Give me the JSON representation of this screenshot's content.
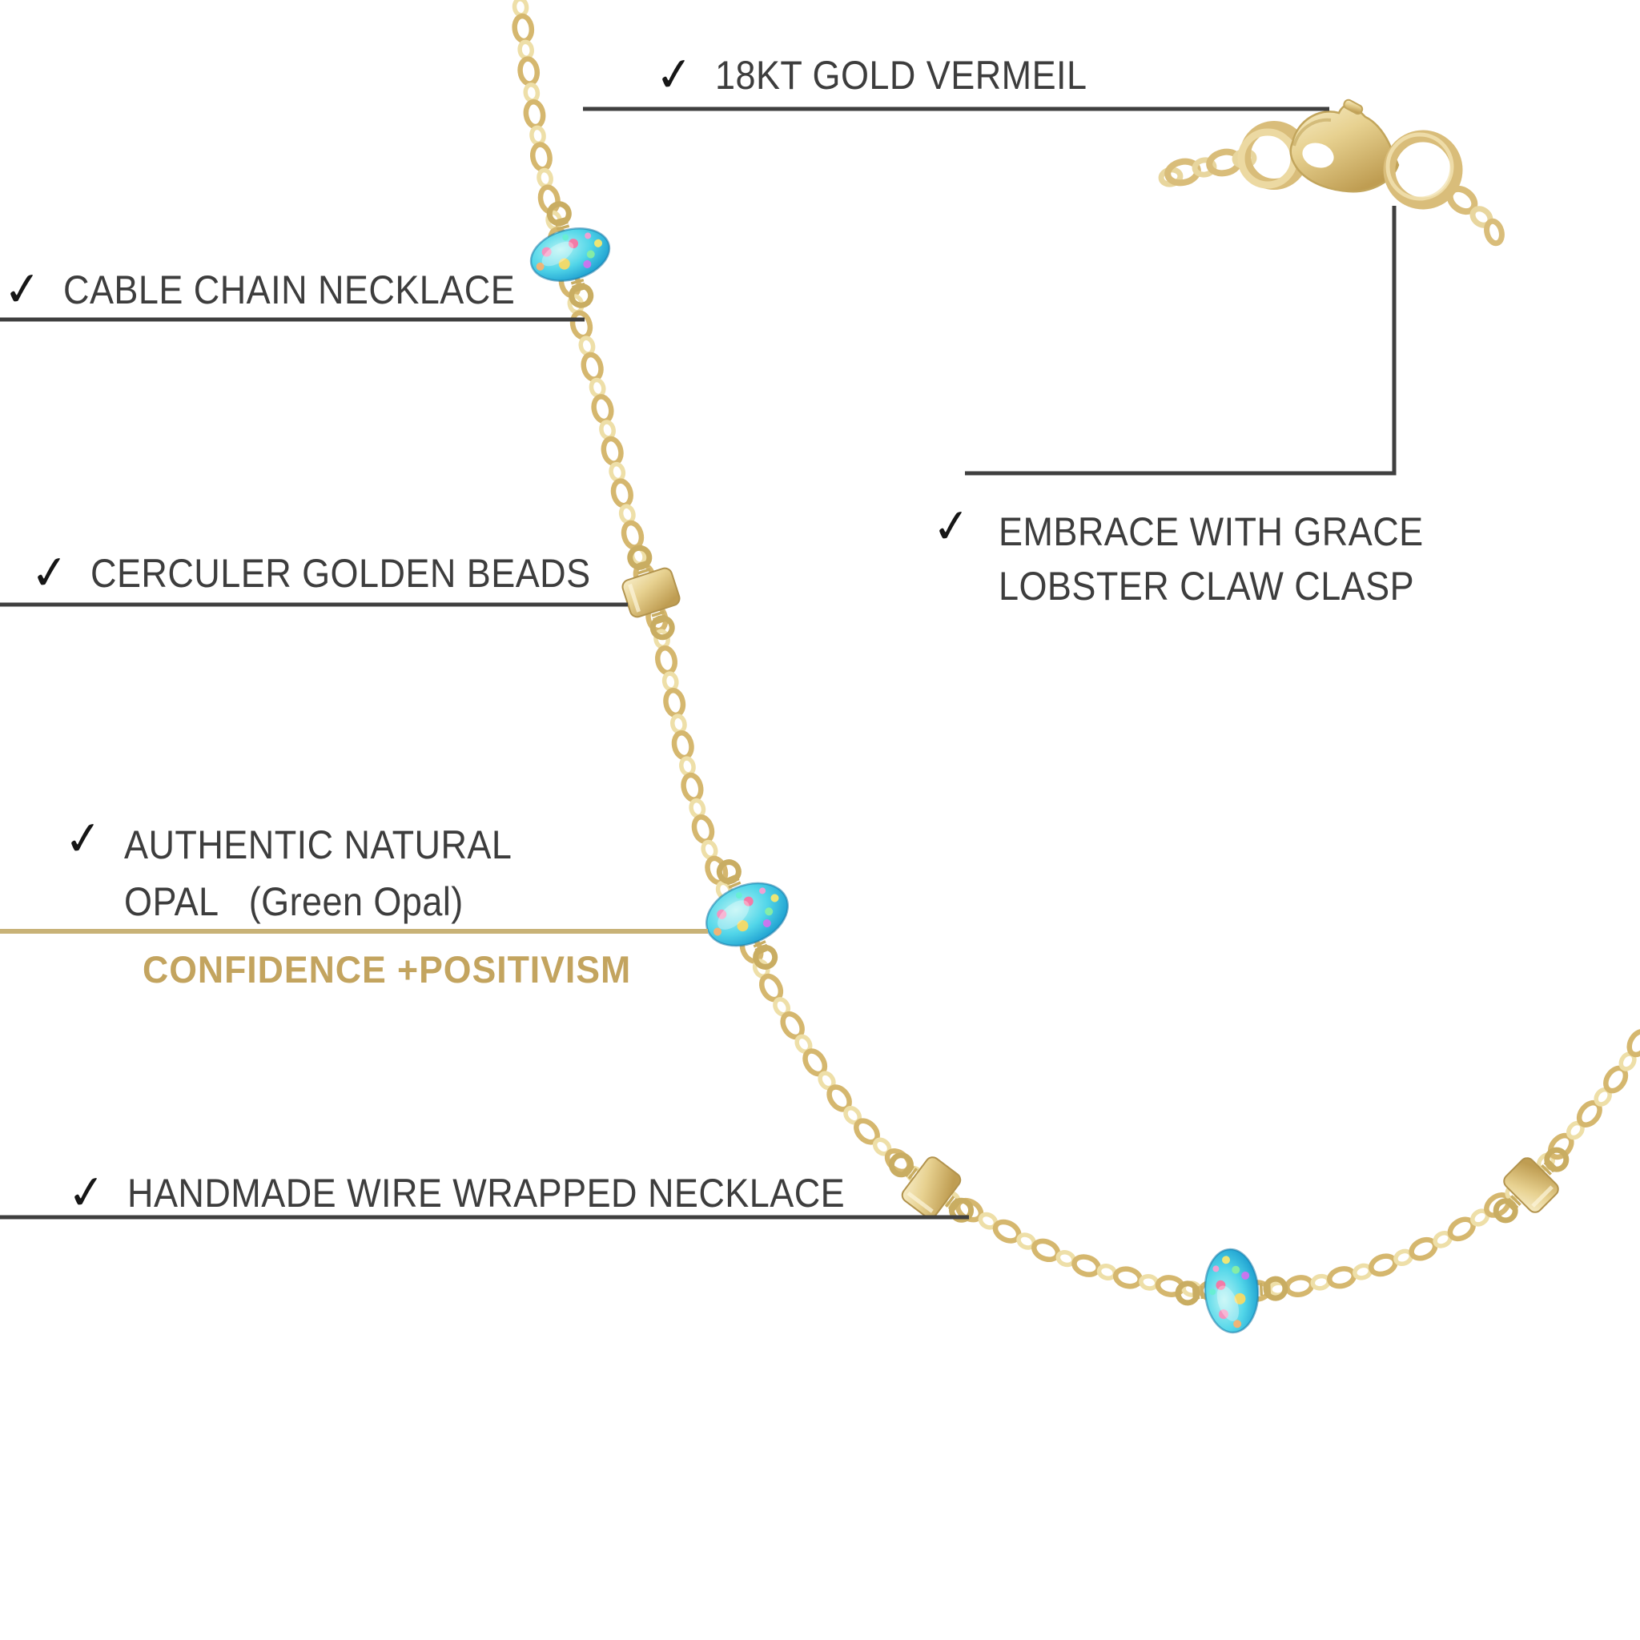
{
  "canvas": {
    "background": "#ffffff"
  },
  "colors": {
    "label_text": "#3d3d3d",
    "callout_line": "#3f3f3f",
    "gold_line": "#c8b277",
    "gold_text": "#c3a45f",
    "chain_gold": "#d5b76e",
    "chain_gold_light": "#eedfa8",
    "opal_teal": "#35b9dc"
  },
  "check_glyph": "✓",
  "callouts": {
    "gold_vermeil": {
      "check": "✓",
      "text": "18KT GOLD VERMEIL"
    },
    "cable_chain": {
      "check": "✓",
      "text": "CABLE CHAIN NECKLACE"
    },
    "golden_beads": {
      "check": "✓",
      "text": "CERCULER GOLDEN BEADS"
    },
    "opal": {
      "check": "✓",
      "line1": "AUTHENTIC NATURAL",
      "line2": "OPAL   (Green Opal)",
      "tagline": "CONFIDENCE +POSITIVISM"
    },
    "clasp": {
      "check": "✓",
      "line1": "EMBRACE WITH GRACE",
      "line2": "LOBSTER CLAW CLASP"
    },
    "handmade": {
      "check": "✓",
      "text": "HANDMADE WIRE WRAPPED NECKLACE"
    }
  }
}
